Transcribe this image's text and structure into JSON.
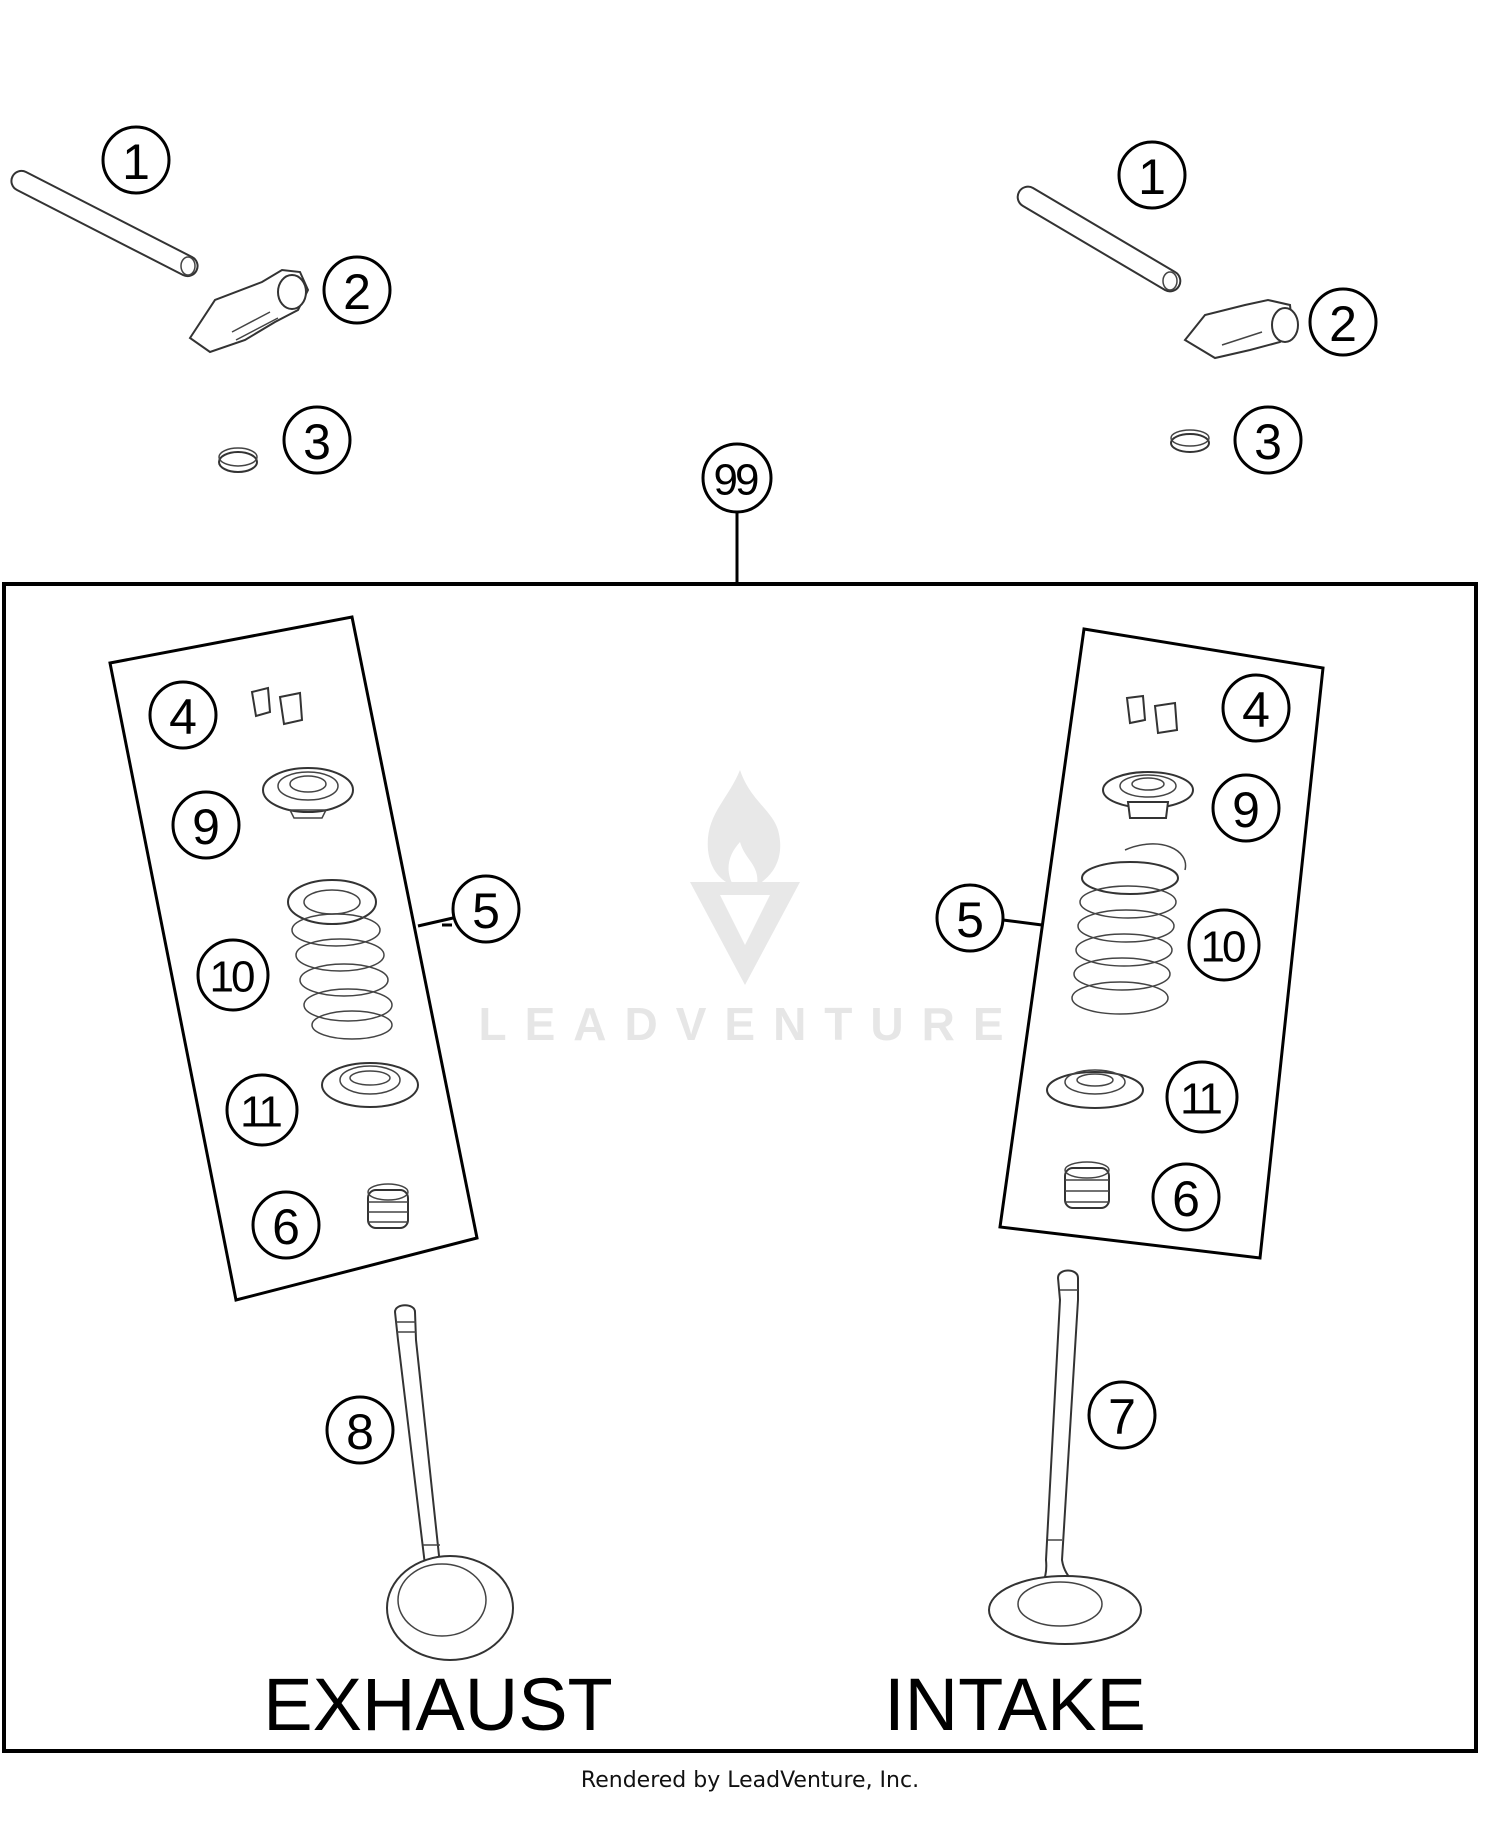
{
  "diagram": {
    "sections": {
      "exhaust_label": "EXHAUST",
      "intake_label": "INTAKE"
    },
    "assembly_callout": "99",
    "top_left": {
      "callouts": [
        "1",
        "2",
        "3"
      ]
    },
    "top_right": {
      "callouts": [
        "1",
        "2",
        "3"
      ]
    },
    "exhaust_kit": {
      "group_callout": "5",
      "callouts": [
        "4",
        "9",
        "10",
        "11",
        "6"
      ],
      "valve_callout": "8"
    },
    "intake_kit": {
      "group_callout": "5",
      "callouts": [
        "4",
        "9",
        "10",
        "11",
        "6"
      ],
      "valve_callout": "7"
    },
    "watermark": {
      "text": "LEADVENTURE",
      "logo": "leadventure-flame-v-logo"
    }
  },
  "footer": {
    "text": "Rendered by LeadVenture, Inc."
  },
  "colors": {
    "line": "#000000",
    "part_stroke": "#333333",
    "watermark": "#e6e6e6",
    "background": "#ffffff"
  }
}
